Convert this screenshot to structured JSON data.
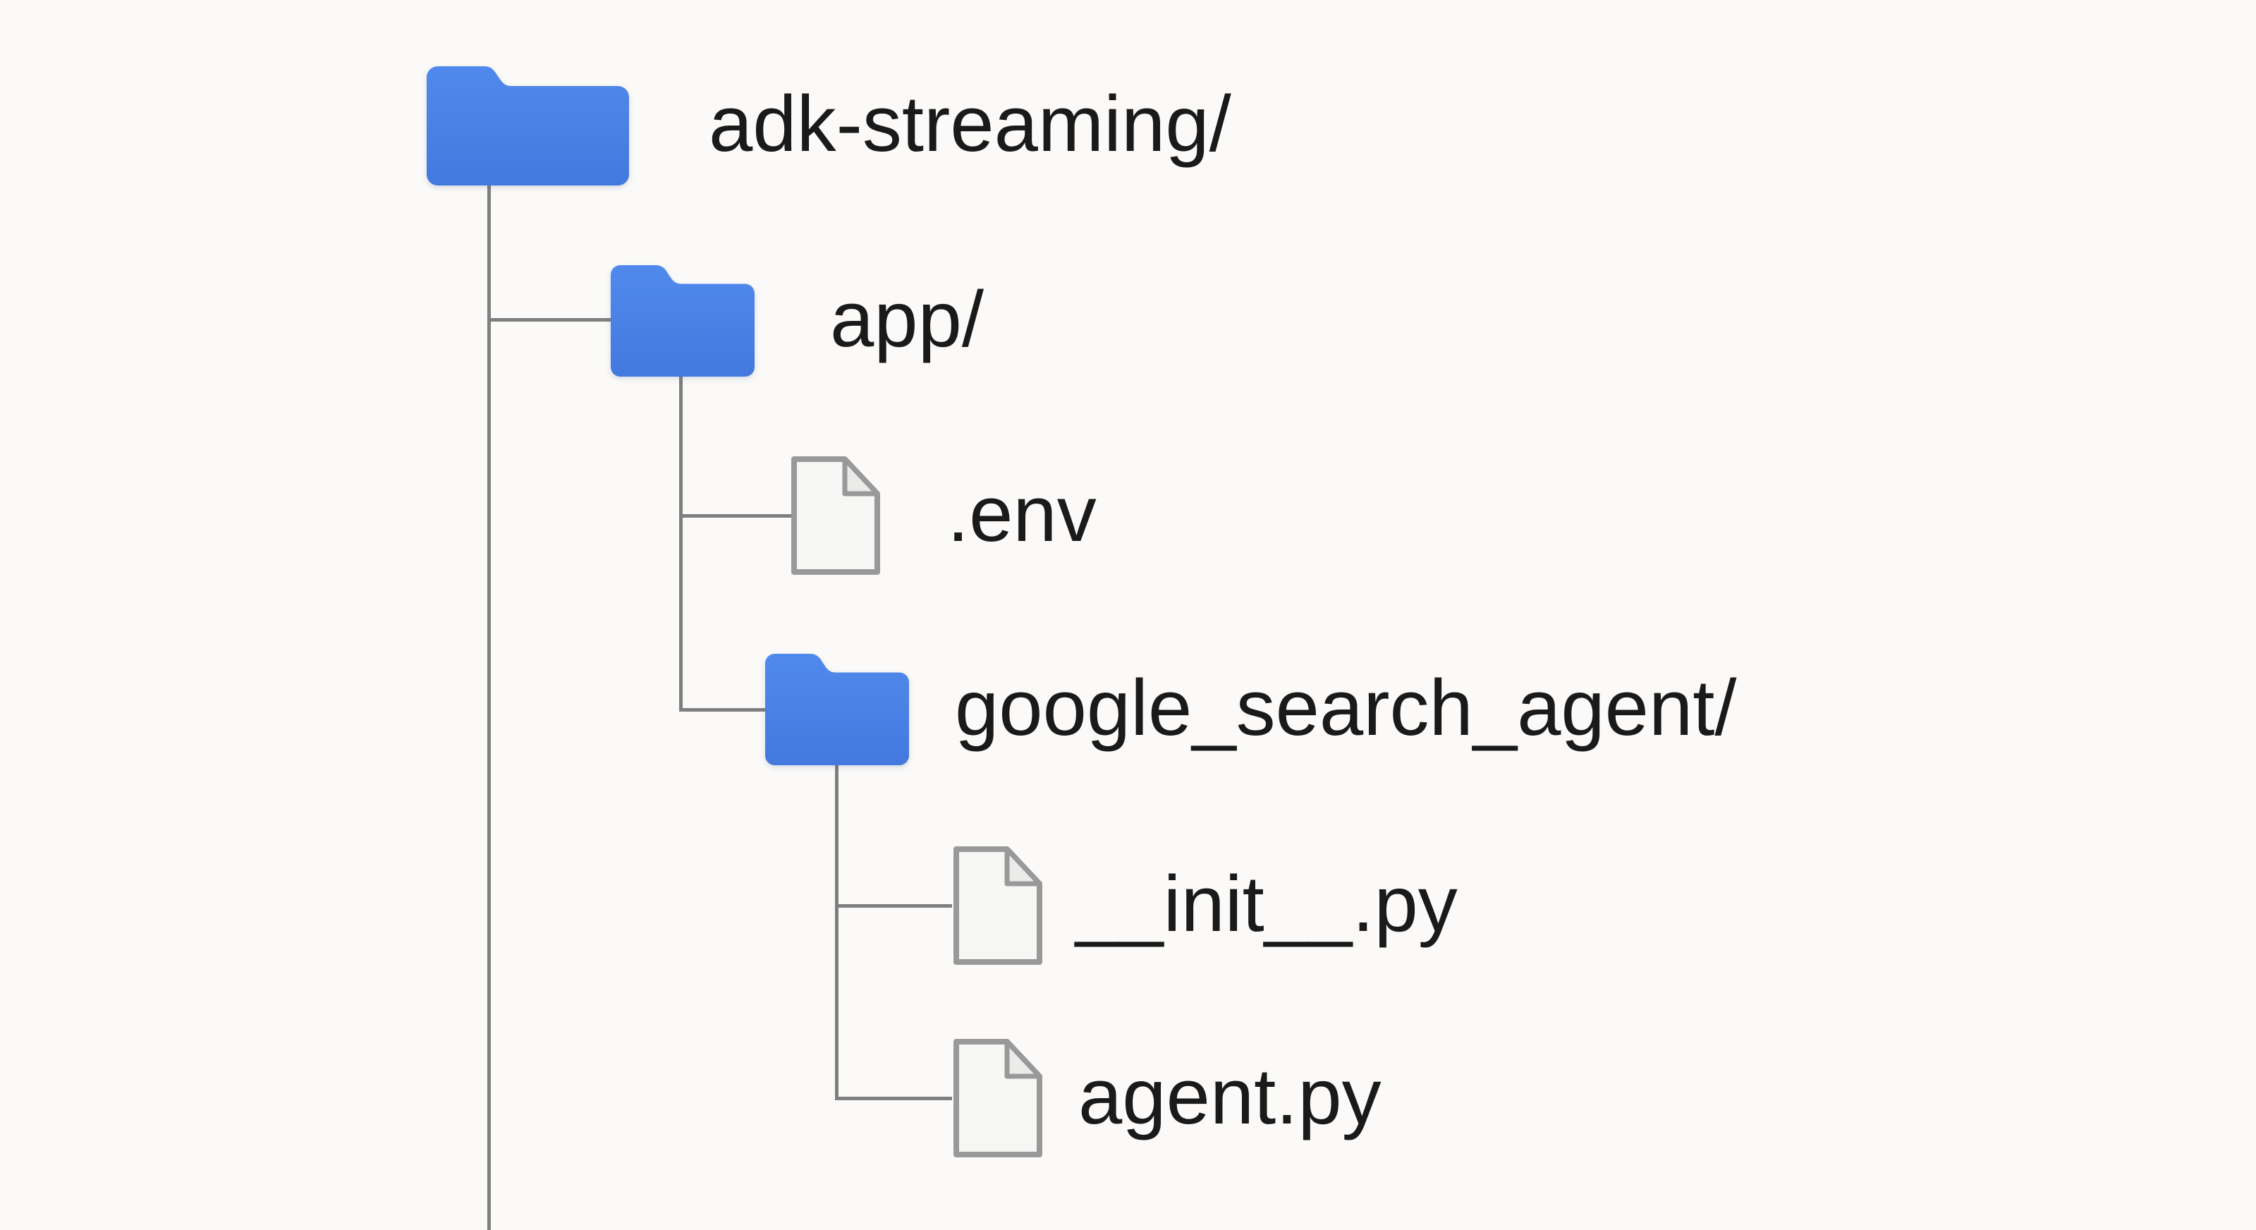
{
  "diagram": {
    "kind": "file-tree",
    "colors": {
      "background": "#fbfaf8",
      "connector_line": "#7f7f7f",
      "folder_blue": "#4a86e8",
      "file_fill": "#f6f6f5",
      "file_stroke": "#999999",
      "label_text": "#1a1a1a"
    },
    "tree": {
      "label": "adk-streaming/",
      "type": "folder",
      "children": [
        {
          "label": "app/",
          "type": "folder",
          "children": [
            {
              "label": ".env",
              "type": "file"
            },
            {
              "label": "google_search_agent/",
              "type": "folder",
              "children": [
                {
                  "label": "__init__.py",
                  "type": "file"
                },
                {
                  "label": "agent.py",
                  "type": "file"
                }
              ]
            }
          ]
        }
      ]
    }
  }
}
